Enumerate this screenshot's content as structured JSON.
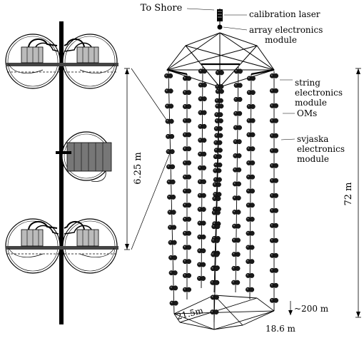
{
  "labels": {
    "to_shore": "To Shore",
    "calibration_laser": "calibration laser",
    "array_electronics_module": [
      "array electronics",
      "module"
    ],
    "string_electronics_module": [
      "string",
      "electronics",
      "module"
    ],
    "oms": "OMs",
    "svjaska_electronics_module": [
      "svjaska",
      "electronics",
      "module"
    ],
    "dim_vertical_left": "6.25 m",
    "dim_height": "72 m",
    "dim_depth_spacing": "~200 m",
    "dim_diag": "21.5m",
    "dim_side": "18.6 m"
  }
}
